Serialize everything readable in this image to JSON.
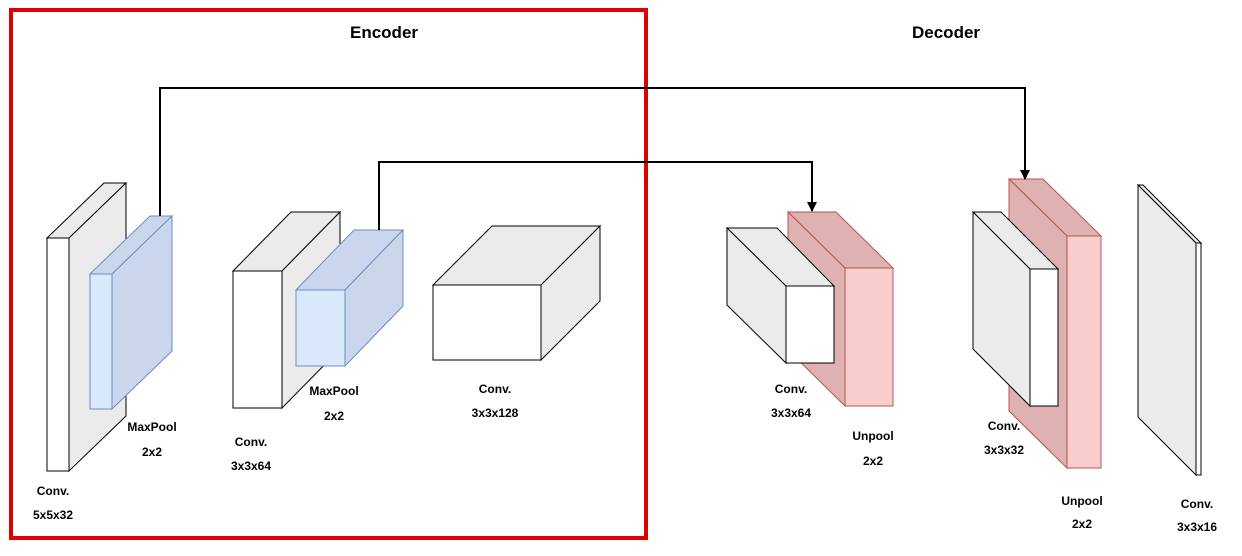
{
  "encoder": {
    "title": "Encoder"
  },
  "decoder": {
    "title": "Decoder"
  },
  "layers": {
    "enc_conv1": {
      "name": "Conv.",
      "dims": "5x5x32"
    },
    "enc_pool1": {
      "name": "MaxPool",
      "dims": "2x2"
    },
    "enc_conv2": {
      "name": "Conv.",
      "dims": "3x3x64"
    },
    "enc_pool2": {
      "name": "MaxPool",
      "dims": "2x2"
    },
    "enc_conv3": {
      "name": "Conv.",
      "dims": "3x3x128"
    },
    "dec_conv1": {
      "name": "Conv.",
      "dims": "3x3x64"
    },
    "dec_unpool1": {
      "name": "Unpool",
      "dims": "2x2"
    },
    "dec_conv2": {
      "name": "Conv.",
      "dims": "3x3x32"
    },
    "dec_unpool2": {
      "name": "Unpool",
      "dims": "2x2"
    },
    "dec_conv3": {
      "name": "Conv.",
      "dims": "3x3x16"
    }
  },
  "colors": {
    "encoder_frame": "#e00000",
    "pool_front": "#dae8fc",
    "pool_side": "#c9d6eb",
    "unpool_front": "#f8cecc",
    "unpool_side": "#deb2b0",
    "block_face": "#ffffff",
    "block_shade": "#ebebeb"
  }
}
